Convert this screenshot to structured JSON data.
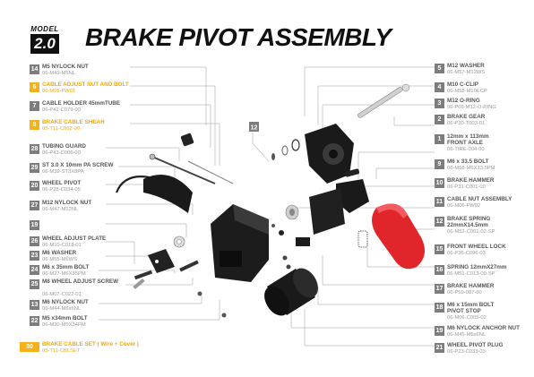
{
  "header": {
    "model_label": "MODEL",
    "model_version": "2.0",
    "title": "BRAKE PIVOT ASSEMBLY"
  },
  "colors": {
    "highlight": "#f5b11a",
    "badge": "#7d7d7d",
    "part_red": "#e0262b",
    "part_black": "#1a1a1a"
  },
  "left_parts": [
    {
      "num": "14",
      "name": "M5 NYLOCK NUT",
      "code": "06-M43-M5NL",
      "highlight": false
    },
    {
      "num": "6",
      "name": "CABLE ADJUST NUT AND BOLT",
      "code": "06-M05-FW01",
      "highlight": true
    },
    {
      "num": "7",
      "name": "CABLE HOLDER 45mmTUBE",
      "code": "06-P42-C079-00",
      "highlight": false
    },
    {
      "num": "8",
      "name": "BRAKE CABLE SHEAH",
      "code": "05-T11-C062-00",
      "highlight": true
    },
    {
      "num": "28",
      "name": "TUBING GUARD",
      "code": "06-P43-C006-00",
      "highlight": false
    },
    {
      "num": "29",
      "name": "ST 3.0 X 10mm PA SCREW",
      "code": "06-M39-ST3X8PA",
      "highlight": false
    },
    {
      "num": "20",
      "name": "WHEEL PIVOT",
      "code": "06-P28-C034-05",
      "highlight": false
    },
    {
      "num": "27",
      "name": "M12 NYLOCK NUT",
      "code": "06-M47-M12NL",
      "highlight": false
    },
    {
      "num": "19",
      "name": "",
      "code": "",
      "highlight": false
    },
    {
      "num": "26",
      "name": "WHEEL ADJUST PLATE",
      "code": "06-M10-C018-01",
      "highlight": false
    },
    {
      "num": "23",
      "name": "M6 WASHER",
      "code": "06-M55-M6WS",
      "highlight": false
    },
    {
      "num": "24",
      "name": "M6 x 35mm BOLT",
      "code": "06-M27-M6X35PM",
      "highlight": false
    },
    {
      "num": "25",
      "name": "M8 WHEEL ADJUST SCREW",
      "code": "06-M07-C022-01",
      "highlight": false
    },
    {
      "num": "13",
      "name": "M6 NYLOCK NUT",
      "code": "06-M44-M6x6NL",
      "highlight": false
    },
    {
      "num": "22",
      "name": "M5 x34mm BOLT",
      "code": "06-M30-M5X34PM",
      "highlight": false
    },
    {
      "num": "30",
      "name": "BRAKE CABLE SET ( Wire + Cover )",
      "code": "05-T11-CBLSET",
      "highlight": true
    }
  ],
  "right_parts": [
    {
      "num": "5",
      "name": "M12 WASHER",
      "code": "06-M57-M12WS"
    },
    {
      "num": "4",
      "name": "M10 C-CLIP",
      "code": "06-M58-M10ECP"
    },
    {
      "num": "3",
      "name": "M12 O-RING",
      "code": "06-P05-M12-O-RING"
    },
    {
      "num": "2",
      "name": "BRAKE GEAR",
      "code": "06-P30-T003-01"
    },
    {
      "num": "1",
      "name": "12mm x 113mm FRONT AXLE",
      "code": "06-TIRE-004-00"
    },
    {
      "num": "9",
      "name": "M6 x 33.5 BOLT",
      "code": "06-M58-M6X33.5PM"
    },
    {
      "num": "10",
      "name": "BRAKE HAMMER",
      "code": "06-P31-C001-00"
    },
    {
      "num": "11",
      "name": "CABLE NUT ASSEMBLY",
      "code": "06-M06-FW02"
    },
    {
      "num": "12",
      "name": "BRAKE SPRING 22mmX14.5mm",
      "code": "06-M52-C001-02-SP"
    },
    {
      "num": "15",
      "name": "FRONT WHEEL LOCK",
      "code": "06-P36-C096-03"
    },
    {
      "num": "16",
      "name": "SPRING 12mmX27mm",
      "code": "06-M51-C013-00-SP"
    },
    {
      "num": "17",
      "name": "BRAKE HAMMER",
      "code": "06-P59-087-00"
    },
    {
      "num": "18",
      "name": "M6 x 15mm BOLT PIVOT STOP",
      "code": "06-M06-C005-02"
    },
    {
      "num": "19",
      "name": "M6 NYLOCK ANCHOR NUT",
      "code": "06-M45-M6x6NL"
    },
    {
      "num": "21",
      "name": "WHEEL PIVOT PLUG",
      "code": "06-P23-C033-03"
    }
  ],
  "diagram_callouts": [
    "12"
  ]
}
